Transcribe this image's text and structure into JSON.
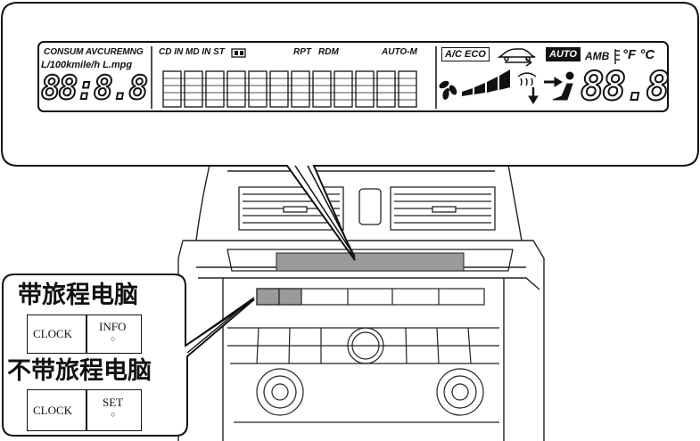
{
  "display": {
    "consum_label": "CONSUM AVCUREMNG",
    "units_label": "L/100kmile/h L.mpg",
    "left_digits": "88:8.8",
    "source_labels": "CD IN MD IN ST",
    "rpt_label": "RPT",
    "rdm_label": "RDM",
    "auto_m_label": "AUTO-M",
    "ac_eco_label": "A/C ECO",
    "auto_label": "AUTO",
    "amb_label": "AMB",
    "units_temp": "°F °C",
    "right_digits": "88.8"
  },
  "callout": {
    "with_computer_title": "带旅程电脑",
    "without_computer_title": "不带旅程电脑",
    "top_left_button": "CLOCK",
    "top_right_button": "INFO",
    "bottom_left_button": "CLOCK",
    "bottom_right_button": "SET"
  }
}
